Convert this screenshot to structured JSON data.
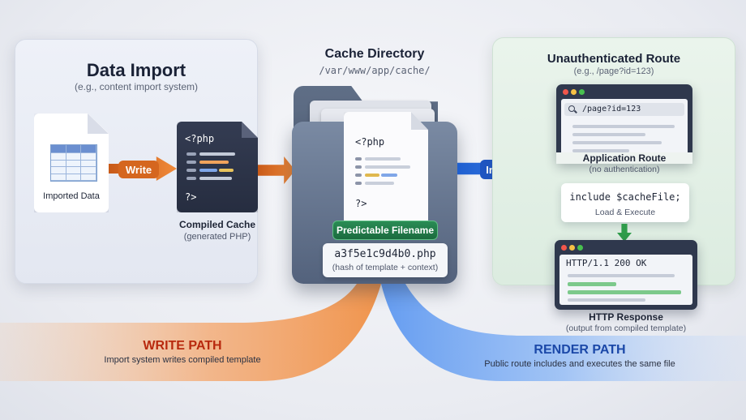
{
  "data_import": {
    "title": "Data Import",
    "subtitle": "(e.g., content import system)",
    "imported_label": "Imported Data",
    "write_label": "Write",
    "compiled_php_open": "<?php",
    "compiled_php_close": "?>",
    "compiled_label": "Compiled Cache",
    "compiled_sublabel": "(generated PHP)"
  },
  "cache": {
    "title": "Cache Directory",
    "path": "/var/www/app/cache/",
    "php_open": "<?php",
    "php_close": "?>",
    "badge": "Predictable Filename",
    "filename": "a3f5e1c9d4b0.php",
    "filename_note": "(hash of template + context)"
  },
  "route": {
    "title": "Unauthenticated Route",
    "subtitle": "(e.g., /page?id=123)",
    "include_label": "Include",
    "url": "/page?id=123",
    "app_label": "Application Route",
    "app_sublabel": "(no authentication)",
    "include_code": "include $cacheFile;",
    "include_note": "Load & Execute",
    "http_status": "HTTP/1.1 200 OK",
    "response_label": "HTTP Response",
    "response_sublabel": "(output from compiled template)"
  },
  "paths": {
    "write_title": "WRITE PATH",
    "write_desc": "Import system writes compiled template",
    "render_title": "RENDER PATH",
    "render_desc": "Public route includes and executes the same file"
  },
  "colors": {
    "write_orange": "#e87a2e",
    "render_blue": "#2f74e0",
    "badge_green": "#1f7a47",
    "arrow_green": "#2f9c4a"
  },
  "icons": {
    "search": "search-icon",
    "window_controls": "window-dots-icon"
  }
}
